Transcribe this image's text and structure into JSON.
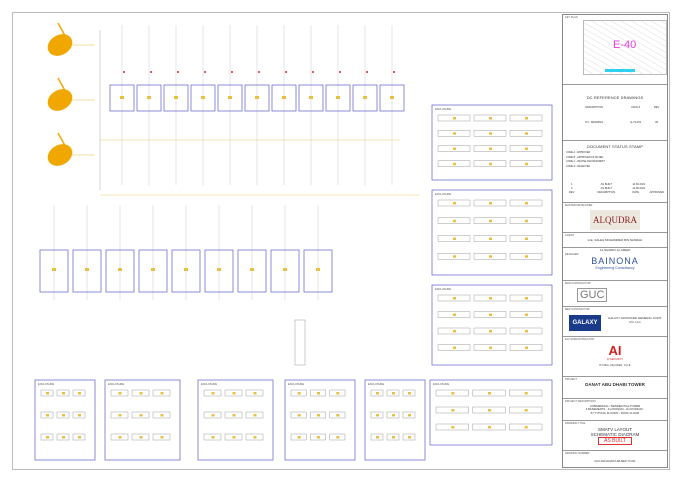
{
  "key_plan": {
    "label": "KEY PLAN",
    "plot": "E-40",
    "plot_color": "#e040e0"
  },
  "dc_reference": {
    "title": "DC REFERENCE DRAWINGS",
    "headers": [
      "DESCRIPTION",
      "DWG #",
      "REV"
    ],
    "rows": [
      [
        "P.C. DRAWING",
        "E-73-001",
        "00"
      ]
    ]
  },
  "status_stamp": {
    "title": "DOCUMENT STATUS STAMP",
    "codes": [
      "CODE A - APPROVED",
      "CODE B - APPROVED AS NOTED",
      "CODE C - REVISE AND RESUBMIT",
      "CODE D - REJECTED"
    ]
  },
  "revisions": {
    "rows": [
      [
        "1",
        "AS BUILT",
        "14.06.2021",
        ""
      ],
      [
        "0",
        "AS BUILT",
        "14.06.2021",
        ""
      ]
    ],
    "headers": [
      "REV",
      "DESCRIPTION",
      "DATE",
      "APPROVED"
    ]
  },
  "master_developer": {
    "label": "MASTER DEVELOPER",
    "logo": "ALQUDRA"
  },
  "client": {
    "label": "CLIENT",
    "name1": "H.E. SALEH MOHAMMED BIN NASRAH",
    "name2": "AL SHARIFI AL AMERI"
  },
  "designer": {
    "label": "DESIGNER",
    "logo": "BAINONA",
    "sub": "Engineering Consultancy"
  },
  "main_contractor": {
    "label": "MAIN CONTRACTOR",
    "logo": "GUC"
  },
  "mep_contractor": {
    "label": "MEP CONTRACTOR",
    "logo": "GALAXY",
    "name": "GALAXY ADVANCED GENERAL CONT. CO. LLC"
  },
  "elv_contractor": {
    "label": "ELV SUBCONTRACTOR",
    "logo": "AI",
    "sub": "AI SECURITY",
    "address": "P.O.Box, Abu Dhabi, U.A.E"
  },
  "project": {
    "label": "PROJECT",
    "name": "DANAT ABU DHABI TOWER"
  },
  "description": {
    "label": "PROJECT DESCRIPTION",
    "lines": [
      "COMMERCIAL / RESIDENTIAL TOWER",
      "4 BASEMENTS - 1st PODIUM - 2nd PODIUM -",
      "57 TYPICAL FLOORS - ROOF FLOOR"
    ]
  },
  "drawing_title": {
    "label": "DRAWING TITLE",
    "line1": "SMATV LAYOUT",
    "line2": "SCHEMATIC DIAGRAM",
    "stamp": "AS BUILT",
    "stamp_color": "#e03030"
  },
  "drawing_number": {
    "label": "DRAWING NUMBER",
    "value": "GUC-DAN-DANAT-AB-MEP-TV-011"
  },
  "enclosure_label": "ENCLOSURE",
  "colors": {
    "wire": "#e8c040",
    "dish": "#f0a800",
    "enclosure": "#7070d0",
    "accent": "#e02020"
  }
}
